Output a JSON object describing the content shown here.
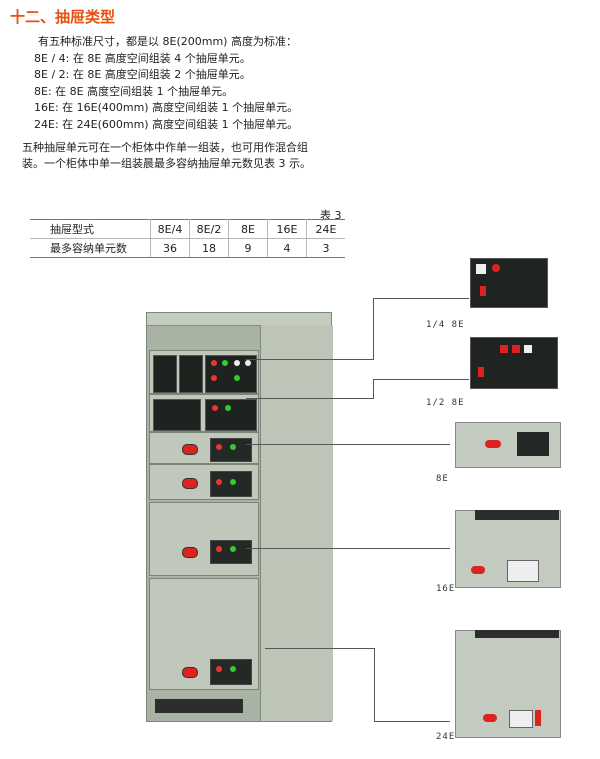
{
  "title": "十二、抽屉类型",
  "intro_lines": [
    "有五种标准尺寸，都是以 8E(200mm) 高度为标准：",
    "8E / 4:   在 8E 高度空间组装 4 个抽屉单元。",
    "8E / 2:   在 8E 高度空间组装 2 个抽屉单元。",
    "8E:   在 8E 高度空间组装 1 个抽屉单元。",
    "16E:   在 16E(400mm) 高度空间组装 1 个抽屉单元。",
    "24E:   在 24E(600mm) 高度空间组装 1 个抽屉单元。"
  ],
  "paragraph": "五种抽屉单元可在一个柜体中作单一组装，也可用作混合组装。一个柜体中单一组装晨最多容纳抽屉单元数见表 3 示。",
  "table_caption": "表 3",
  "table": {
    "header_label": "抽屉型式",
    "types": [
      "8E/4",
      "8E/2",
      "8E",
      "16E",
      "24E"
    ],
    "row_label": "最多容纳单元数",
    "counts": [
      "36",
      "18",
      "9",
      "4",
      "3"
    ]
  },
  "chart_data": {
    "type": "table",
    "categories": [
      "8E/4",
      "8E/2",
      "8E",
      "16E",
      "24E"
    ],
    "values": [
      36,
      18,
      9,
      4,
      3
    ]
  },
  "drawer_labels": [
    "1/4 8E",
    "1/2 8E",
    "8E",
    "16E",
    "24E"
  ],
  "colors": {
    "accent": "#e8500f",
    "cabinet": "#a9b3a4",
    "drawer_face": "#c3cbc0"
  }
}
